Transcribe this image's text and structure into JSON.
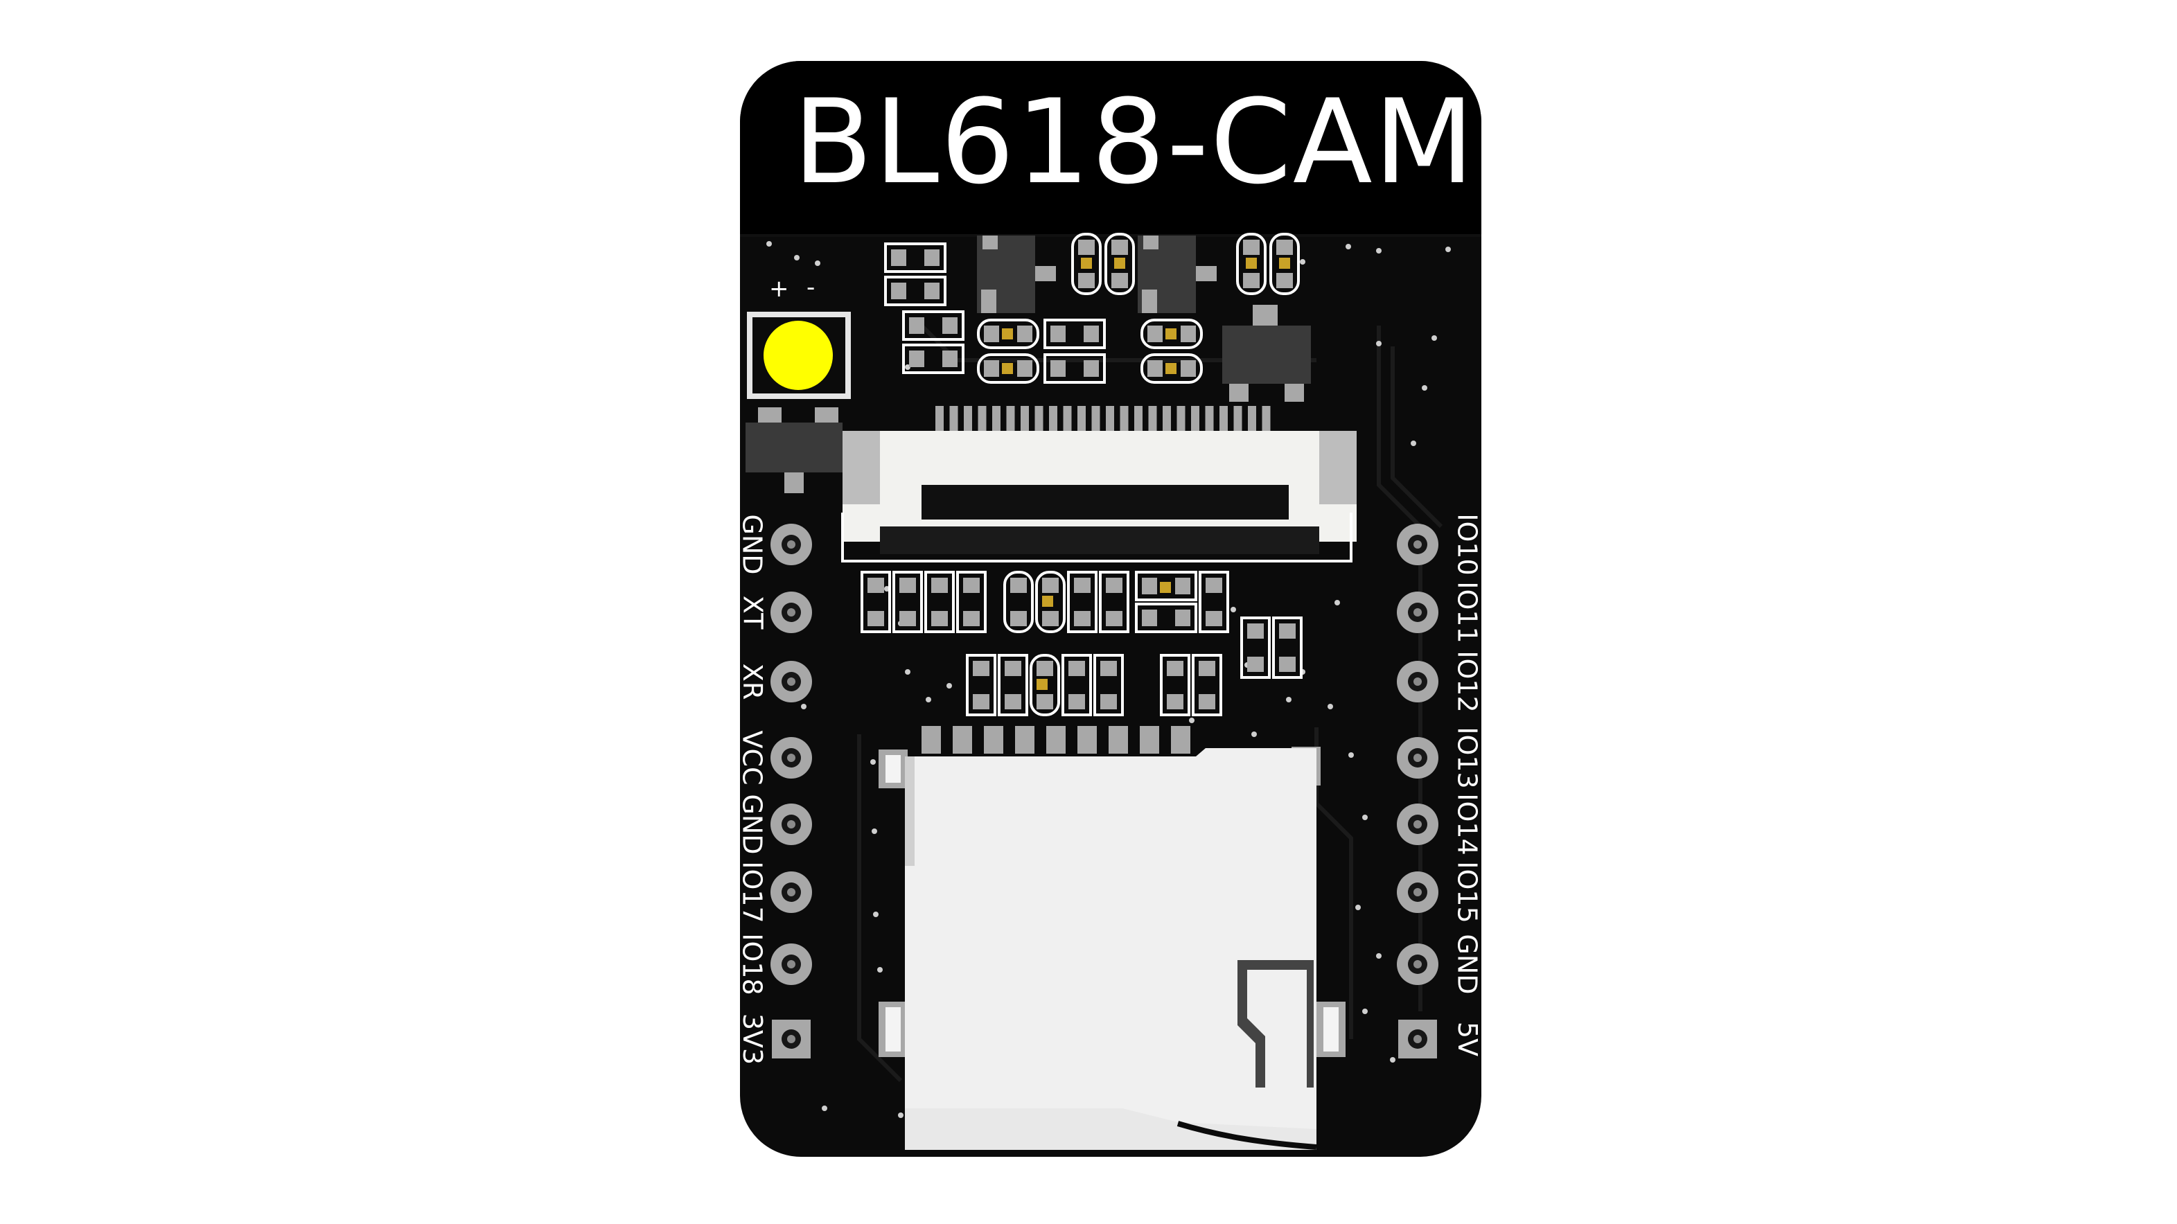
{
  "board": {
    "title": "BL618-CAM",
    "led_polarity": {
      "plus": "+",
      "minus": "-"
    },
    "left_header": [
      "GND",
      "XT",
      "XR",
      "VCC",
      "GND",
      "IO17",
      "IO18",
      "3V3"
    ],
    "right_header": [
      "IO10",
      "IO11",
      "IO12",
      "IO13",
      "IO14",
      "IO15",
      "GND",
      "5V"
    ]
  },
  "colors": {
    "pcb": "#0a0a0a",
    "silkscreen": "#ffffff",
    "pad": "#a8a8a8",
    "led": "#ffff00",
    "connector_body": "#f2f2ef",
    "sd_slot": "#f0f0f0",
    "smd_gold": "#c9a227"
  }
}
